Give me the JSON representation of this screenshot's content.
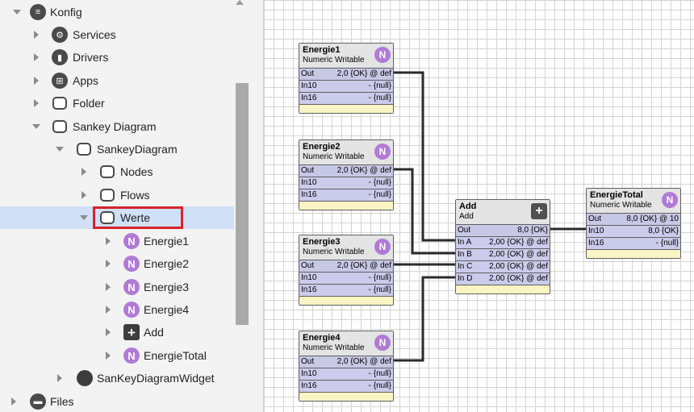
{
  "tree": {
    "items": [
      {
        "label": "Konfig",
        "icon": "database-icon"
      },
      {
        "label": "Services",
        "icon": "services-icon"
      },
      {
        "label": "Drivers",
        "icon": "drivers-icon"
      },
      {
        "label": "Apps",
        "icon": "apps-icon"
      },
      {
        "label": "Folder",
        "icon": "folder-icon"
      },
      {
        "label": "Sankey Diagram",
        "icon": "folder-icon"
      },
      {
        "label": "SankeyDiagram",
        "icon": "folder-icon"
      },
      {
        "label": "Nodes",
        "icon": "folder-icon"
      },
      {
        "label": "Flows",
        "icon": "folder-icon"
      },
      {
        "label": "Werte",
        "icon": "folder-icon"
      },
      {
        "label": "Energie1",
        "icon": "numeric-writable-icon",
        "glyph": "N"
      },
      {
        "label": "Energie2",
        "icon": "numeric-writable-icon",
        "glyph": "N"
      },
      {
        "label": "Energie3",
        "icon": "numeric-writable-icon",
        "glyph": "N"
      },
      {
        "label": "Energie4",
        "icon": "numeric-writable-icon",
        "glyph": "N"
      },
      {
        "label": "Add",
        "icon": "add-icon",
        "glyph": "+"
      },
      {
        "label": "EnergieTotal",
        "icon": "numeric-writable-icon",
        "glyph": "N"
      },
      {
        "label": "SanKeyDiagramWidget",
        "icon": "widget-icon"
      },
      {
        "label": "Files",
        "icon": "files-icon"
      }
    ],
    "selected": "Werte"
  },
  "blocks": {
    "energie1": {
      "name": "Energie1",
      "type": "Numeric Writable",
      "badge": "N",
      "slots": [
        {
          "name": "Out",
          "value": "2,0 {OK} @ def"
        },
        {
          "name": "In10",
          "value": "- {null}"
        },
        {
          "name": "In16",
          "value": "- {null}"
        }
      ]
    },
    "energie2": {
      "name": "Energie2",
      "type": "Numeric Writable",
      "badge": "N",
      "slots": [
        {
          "name": "Out",
          "value": "2,0 {OK} @ def"
        },
        {
          "name": "In10",
          "value": "- {null}"
        },
        {
          "name": "In16",
          "value": "- {null}"
        }
      ]
    },
    "energie3": {
      "name": "Energie3",
      "type": "Numeric Writable",
      "badge": "N",
      "slots": [
        {
          "name": "Out",
          "value": "2,0 {OK} @ def"
        },
        {
          "name": "In10",
          "value": "- {null}"
        },
        {
          "name": "In16",
          "value": "- {null}"
        }
      ]
    },
    "energie4": {
      "name": "Energie4",
      "type": "Numeric Writable",
      "badge": "N",
      "slots": [
        {
          "name": "Out",
          "value": "2,0 {OK} @ def"
        },
        {
          "name": "In10",
          "value": "- {null}"
        },
        {
          "name": "In16",
          "value": "- {null}"
        }
      ]
    },
    "add": {
      "name": "Add",
      "type": "Add",
      "badge": "+",
      "slots": [
        {
          "name": "Out",
          "value": "8,0 {OK}"
        },
        {
          "name": "In A",
          "value": "2,00 {OK} @ def"
        },
        {
          "name": "In B",
          "value": "2,00 {OK} @ def"
        },
        {
          "name": "In C",
          "value": "2,00 {OK} @ def"
        },
        {
          "name": "In D",
          "value": "2,00 {OK} @ def"
        }
      ]
    },
    "total": {
      "name": "EnergieTotal",
      "type": "Numeric Writable",
      "badge": "N",
      "slots": [
        {
          "name": "Out",
          "value": "8,0 {OK} @ 10"
        },
        {
          "name": "In10",
          "value": "8,0 {OK}"
        },
        {
          "name": "In16",
          "value": "- {null}"
        }
      ]
    }
  },
  "colors": {
    "selection": "#cfe0f7",
    "highlight": "#d9232a",
    "slot": "#cbcbeb",
    "footer": "#fbf5c5",
    "badge": "#b07ad6"
  }
}
